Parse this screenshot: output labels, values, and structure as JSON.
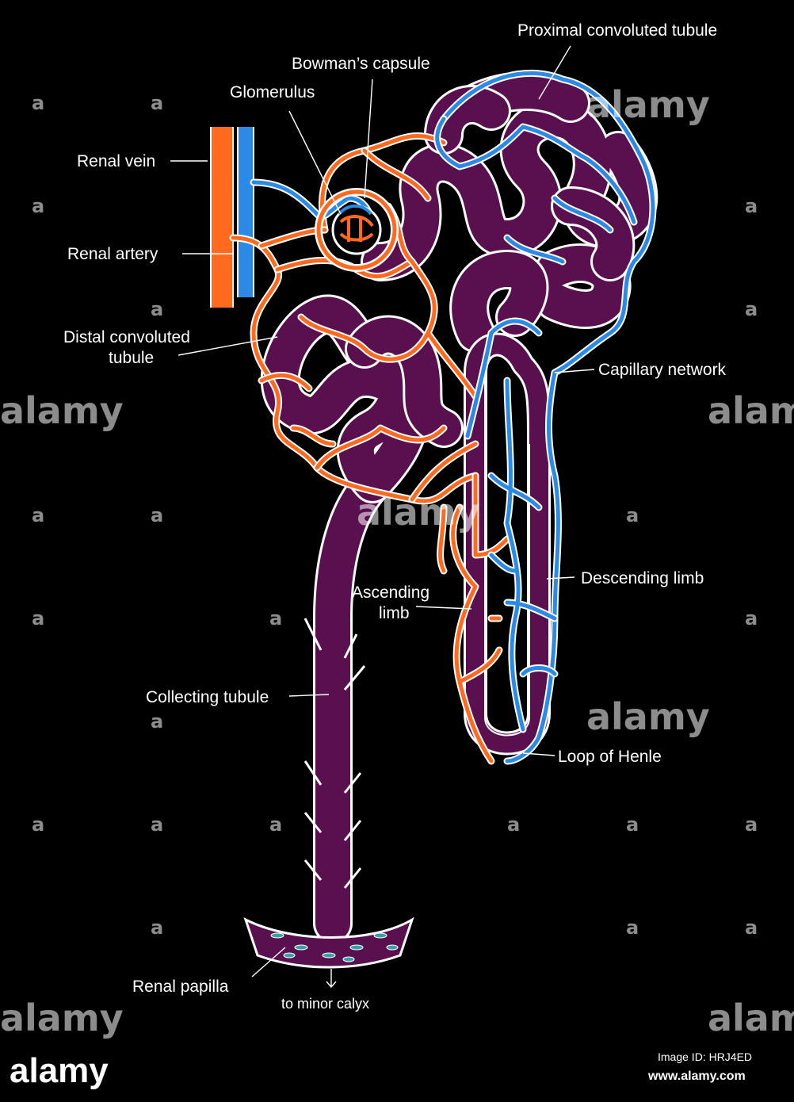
{
  "labels": {
    "proximal": "Proximal convoluted tubule",
    "bowman": "Bowman’s capsule",
    "glomerulus": "Glomerulus",
    "renal_vein": "Renal vein",
    "renal_artery": "Renal artery",
    "distal_line1": "Distal convoluted",
    "distal_line2": "tubule",
    "capillary": "Capillary network",
    "descending": "Descending limb",
    "ascending_line1": "Ascending",
    "ascending_line2": "limb",
    "collecting": "Collecting tubule",
    "loop": "Loop of Henle",
    "papilla": "Renal papilla",
    "minor_calyx": "to minor calyx"
  },
  "watermark": {
    "brand": "alamy",
    "letter": "a"
  },
  "footer": {
    "logo": "alamy",
    "image_id": "Image ID: HRJ4ED",
    "site": "www.alamy.com"
  },
  "colors": {
    "background": "#000000",
    "artery": "#ff6a1f",
    "vein": "#2b8ae6",
    "tubule": "#5a0f4f",
    "outline": "#ffffff"
  }
}
